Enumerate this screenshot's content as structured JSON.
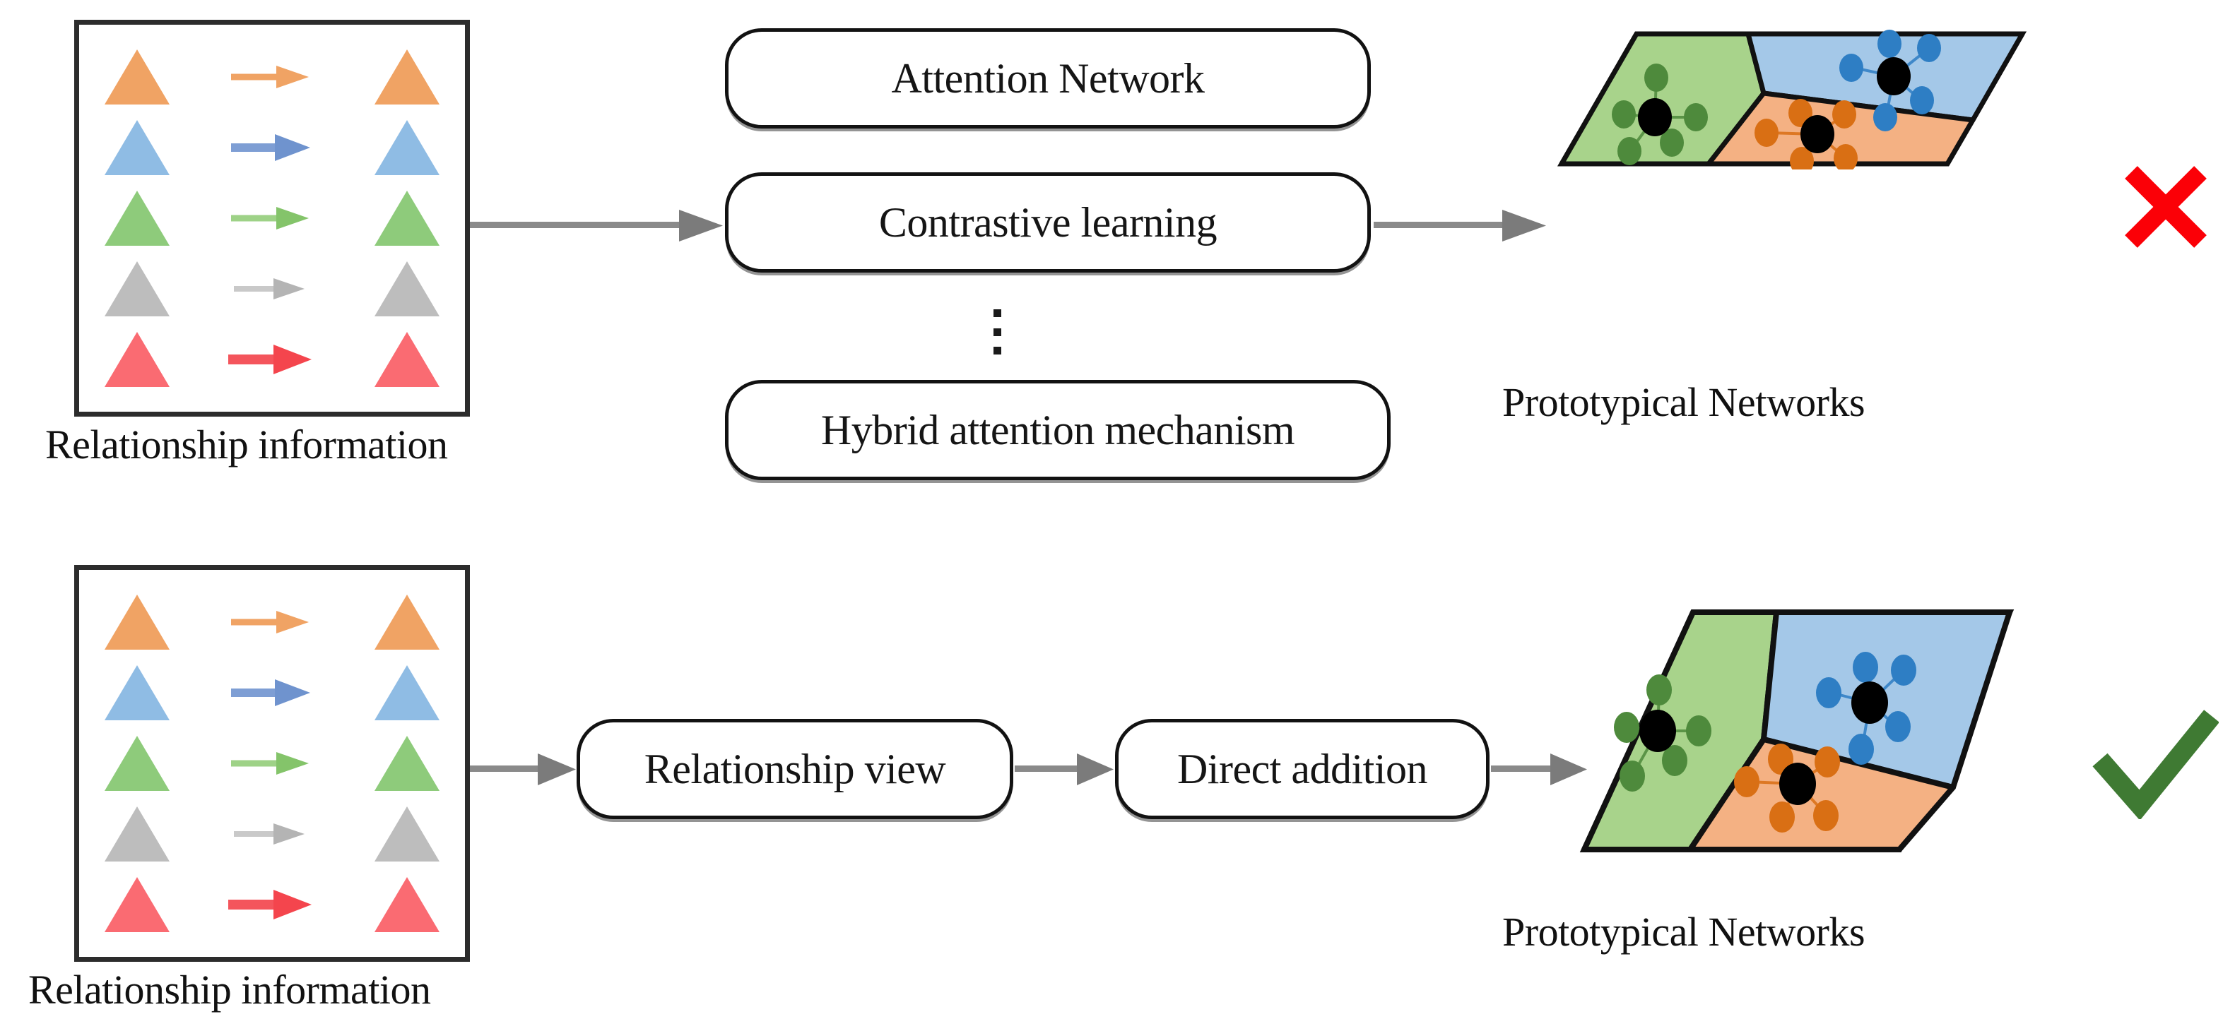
{
  "figure": {
    "title": "Relationship information to Prototypical Networks comparison",
    "colors": {
      "orange": "#f0a364",
      "blue": "#8fbce4",
      "green": "#8ecb7b",
      "gray": "#bdbdbd",
      "red": "#fa6b72",
      "region_green": "#a8d38b",
      "region_blue": "#a4c8e8",
      "region_orange": "#f4b183",
      "node_green": "#4e8a3c",
      "node_blue": "#2e7ec4",
      "node_orange": "#d96f14",
      "prototype_black": "#000000",
      "arrow_gray": "#7f7f7f",
      "cross_red": "#fb0007",
      "check_green": "#3f7a33",
      "panel_border": "#2c2c2c",
      "pill_border": "#121212"
    }
  },
  "top_row": {
    "source_panel": {
      "caption": "Relationship information",
      "rows": [
        {
          "color_name": "orange",
          "color": "#f0a364",
          "arrow_weight": "thin"
        },
        {
          "color_name": "blue",
          "color": "#8fbce4",
          "arrow_weight": "medium"
        },
        {
          "color_name": "green",
          "color": "#8ecb7b",
          "arrow_weight": "thin"
        },
        {
          "color_name": "gray",
          "color": "#bdbdbd",
          "arrow_weight": "thin"
        },
        {
          "color_name": "red",
          "color": "#fa6b72",
          "arrow_weight": "bold"
        }
      ]
    },
    "methods": [
      {
        "label": "Attention Network"
      },
      {
        "label": "Contrastive learning"
      },
      {
        "label": "Hybrid attention mechanism"
      }
    ],
    "ellipsis_between": "⋮",
    "result": {
      "caption": "Prototypical Networks",
      "regions": [
        {
          "name": "green-region",
          "fill": "#a8d38b",
          "node_color": "#4e8a3c",
          "satellites": 5
        },
        {
          "name": "blue-region",
          "fill": "#a4c8e8",
          "node_color": "#2e7ec4",
          "satellites": 5
        },
        {
          "name": "orange-region",
          "fill": "#f4b183",
          "node_color": "#d96f14",
          "satellites": 5
        }
      ]
    },
    "verdict": {
      "mark": "cross",
      "symbol": "✗",
      "color": "#fb0007",
      "meaning": "rejected"
    }
  },
  "bottom_row": {
    "source_panel": {
      "caption": "Relationship information",
      "rows": [
        {
          "color_name": "orange",
          "color": "#f0a364",
          "arrow_weight": "thin"
        },
        {
          "color_name": "blue",
          "color": "#8fbce4",
          "arrow_weight": "medium"
        },
        {
          "color_name": "green",
          "color": "#8ecb7b",
          "arrow_weight": "thin"
        },
        {
          "color_name": "gray",
          "color": "#bdbdbd",
          "arrow_weight": "thin"
        },
        {
          "color_name": "red",
          "color": "#fa6b72",
          "arrow_weight": "bold"
        }
      ]
    },
    "methods": [
      {
        "label": "Relationship view"
      },
      {
        "label": "Direct addition"
      }
    ],
    "result": {
      "caption": "Prototypical Networks",
      "regions": [
        {
          "name": "green-region",
          "fill": "#a8d38b",
          "node_color": "#4e8a3c",
          "satellites": 5
        },
        {
          "name": "blue-region",
          "fill": "#a4c8e8",
          "node_color": "#2e7ec4",
          "satellites": 5
        },
        {
          "name": "orange-region",
          "fill": "#f4b183",
          "node_color": "#d96f14",
          "satellites": 5
        }
      ]
    },
    "verdict": {
      "mark": "check",
      "symbol": "✓",
      "color": "#3f7a33",
      "meaning": "accepted"
    }
  }
}
